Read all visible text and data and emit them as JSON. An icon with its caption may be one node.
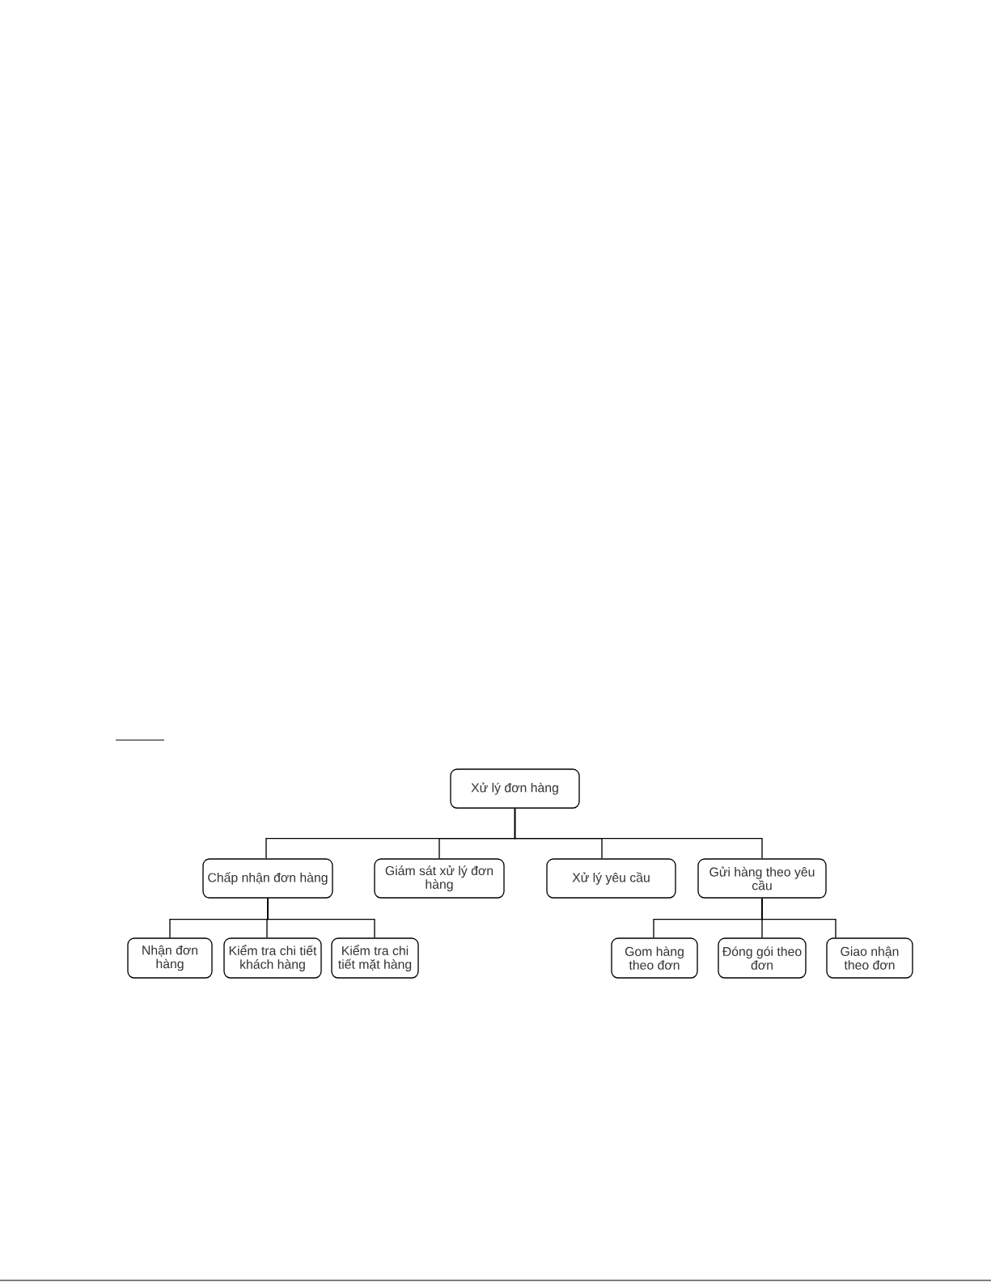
{
  "diagram": {
    "nodes": [
      {
        "text": [
          "Xử lý đơn hàng"
        ]
      },
      {
        "text": [
          "Chấp nhận đơn hàng"
        ]
      },
      {
        "text": [
          "Giám sát xử lý đơn hàng"
        ]
      },
      {
        "text": [
          "Xử lý yêu cầu"
        ]
      },
      {
        "text": [
          "Gửi hàng theo yêu cầu"
        ]
      },
      {
        "text": [
          "Nhận đơn hàng"
        ]
      },
      {
        "text": [
          "Kiểm tra chi tiết khách hàng"
        ]
      },
      {
        "text": [
          "Kiểm tra chi tiết mặt hàng"
        ]
      },
      {
        "text": [
          "Gom hàng theo đơn"
        ]
      },
      {
        "text": [
          "Đóng gói theo đơn"
        ]
      },
      {
        "text": [
          "Giao nhận theo đơn"
        ]
      }
    ],
    "edges": [
      {
        "from": 0,
        "to": 1,
        "arrow": "none"
      },
      {
        "from": 0,
        "to": 2,
        "arrow": "none"
      },
      {
        "from": 0,
        "to": 3,
        "arrow": "none"
      },
      {
        "from": 0,
        "to": 4,
        "arrow": "none"
      },
      {
        "from": 1,
        "to": 5,
        "arrow": "none"
      },
      {
        "from": 1,
        "to": 6,
        "arrow": "none"
      },
      {
        "from": 1,
        "to": 7,
        "arrow": "none"
      },
      {
        "from": 4,
        "to": 8,
        "arrow": "none"
      },
      {
        "from": 4,
        "to": 9,
        "arrow": "none"
      },
      {
        "from": 4,
        "to": 10,
        "arrow": "none"
      }
    ]
  }
}
